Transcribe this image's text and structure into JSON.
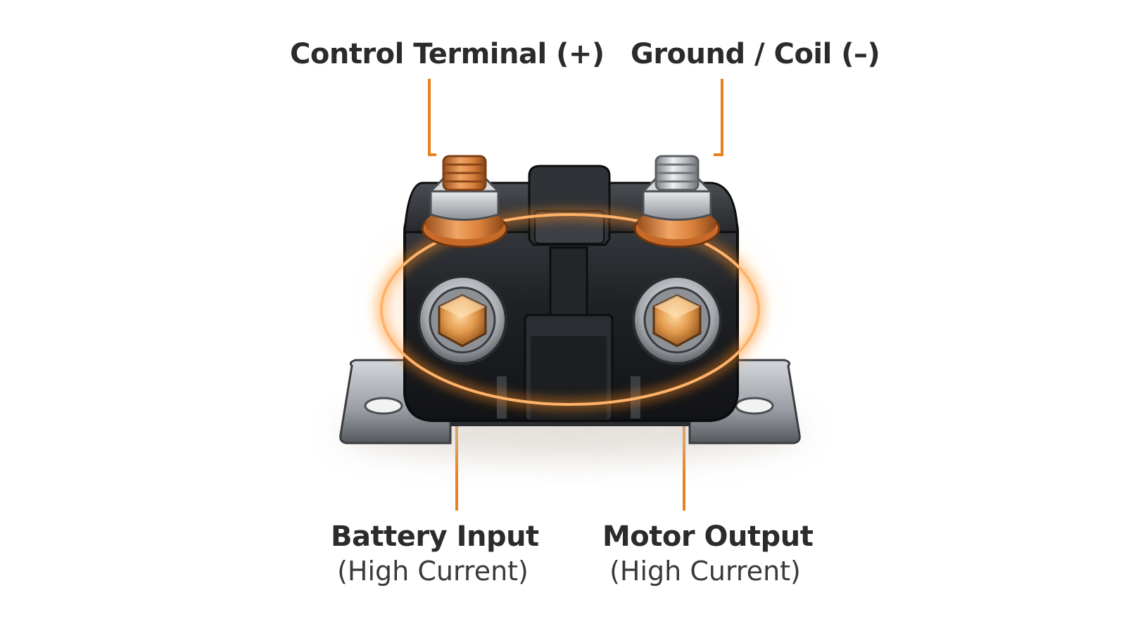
{
  "labels": {
    "control_terminal": "Control Terminal (+)",
    "ground_coil": "Ground / Coil (–)",
    "battery_input": {
      "main": "Battery Input",
      "sub": "(High Current)"
    },
    "motor_output": {
      "main": "Motor Output",
      "sub": "(High Current)"
    }
  },
  "colors": {
    "leader_line": "#e8821e",
    "glow_ring": "#f08a1a",
    "body": "#1d1f22",
    "copper": "#d9803a",
    "steel": "#b9bcc0",
    "text": "#2b2b2e"
  },
  "icons": {
    "component": "starter-solenoid-icon",
    "copper_terminal": "copper-stud-terminal-icon",
    "steel_terminal": "steel-stud-terminal-icon",
    "large_terminal": "hex-bolt-terminal-icon"
  }
}
